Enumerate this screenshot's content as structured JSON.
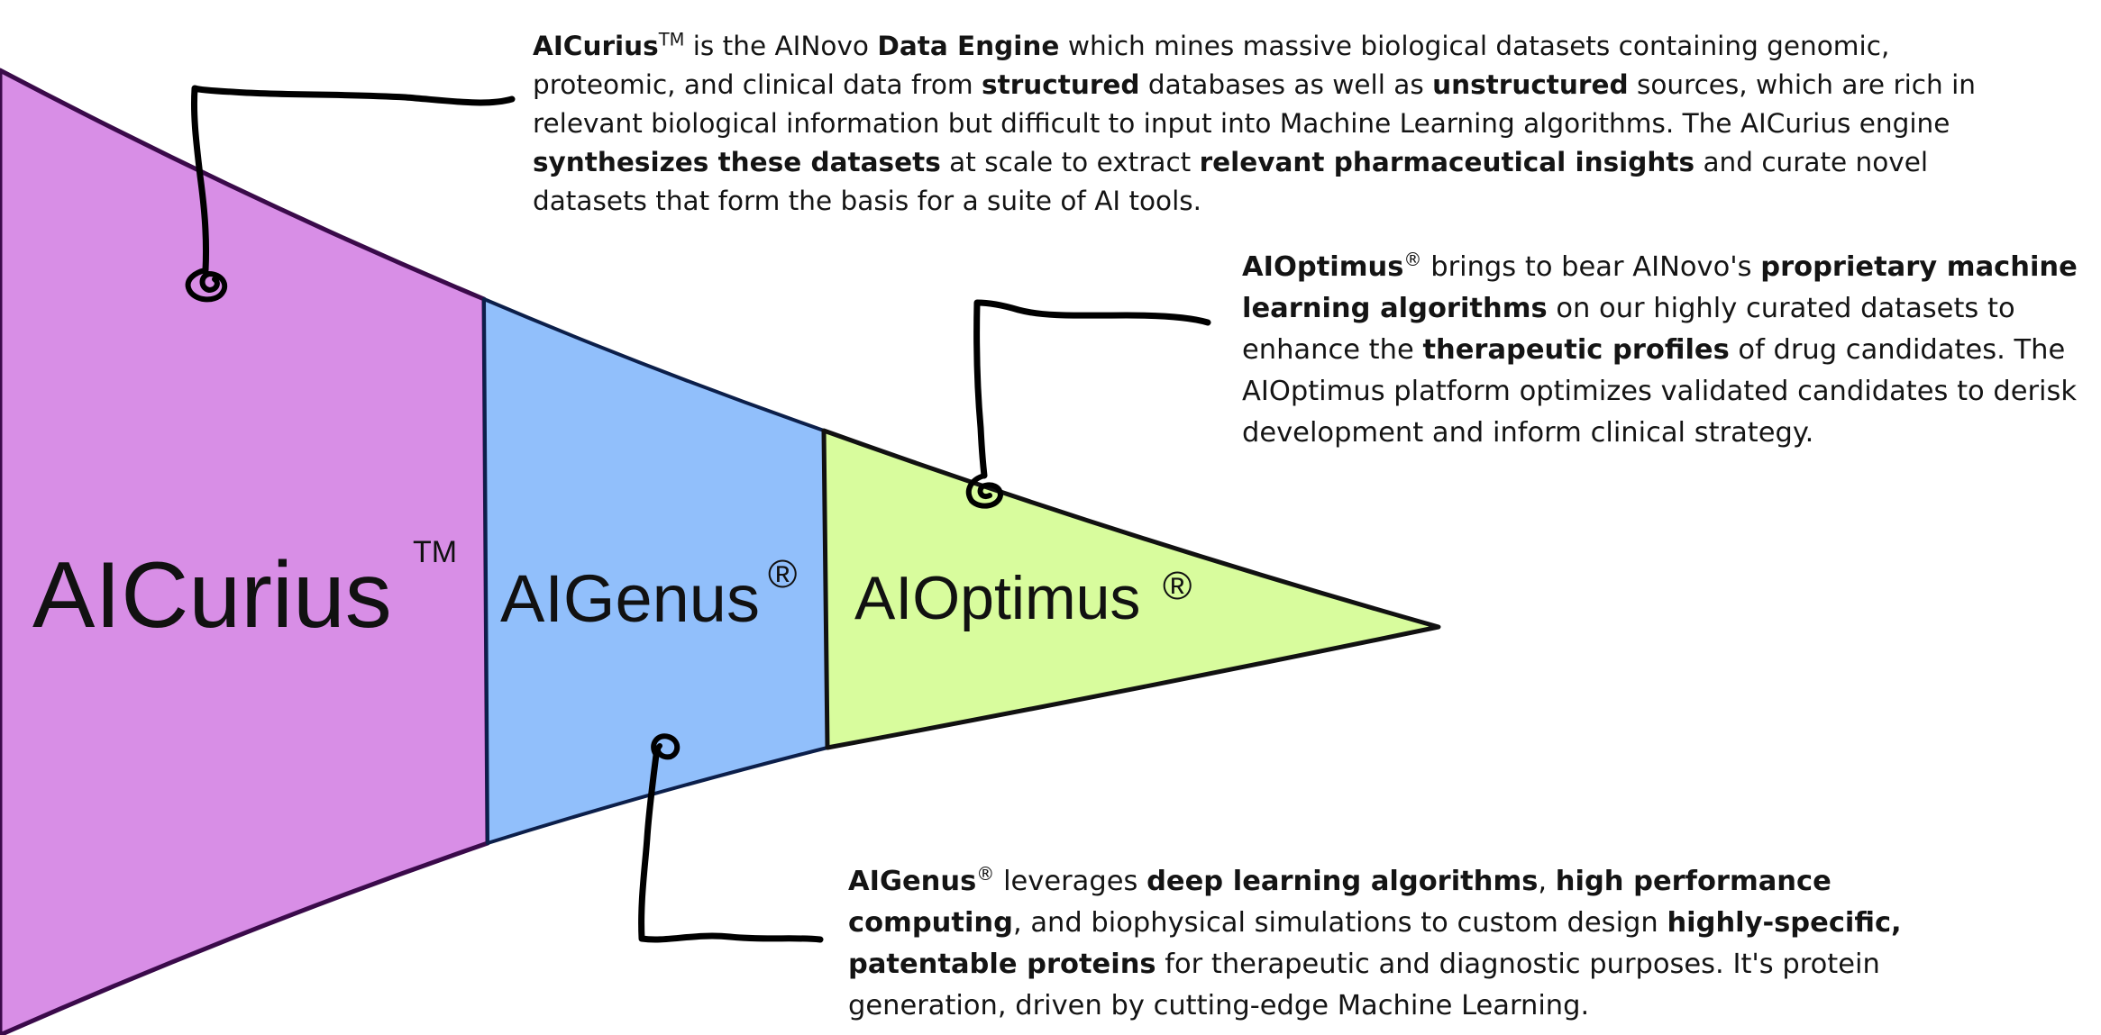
{
  "segments": [
    {
      "id": "curius",
      "label": "AICurius",
      "mark": "TM",
      "fill": "#d88ee6",
      "edge": "#3a0a4a"
    },
    {
      "id": "genus",
      "label": "AIGenus",
      "mark": "®",
      "fill": "#91bffb",
      "edge": "#0c1f4a"
    },
    {
      "id": "optimus",
      "label": "AIOptimus",
      "mark": "®",
      "fill": "#d8fc9d",
      "edge": "#111111"
    }
  ],
  "descriptions": {
    "curius": {
      "name": "AICurius",
      "mark": "TM",
      "t1": " is the AINovo ",
      "b1": "Data Engine",
      "t2": " which mines massive biological datasets containing genomic, proteomic, and clinical data from ",
      "b2": "structured",
      "t3": " databases as well as ",
      "b3": "unstructured",
      "t4": " sources, which are rich in relevant biological information but difficult to input into Machine Learning algorithms. The AICurius engine ",
      "b4": "synthesizes these datasets",
      "t5": " at scale to extract ",
      "b5": "relevant pharmaceutical insights",
      "t6": " and curate novel datasets that form the basis for a suite of AI tools."
    },
    "optimus": {
      "name": "AIOptimus",
      "mark": "®",
      "t1": " brings to bear AINovo's ",
      "b1": "proprietary machine learning algorithms",
      "t2": " on our highly curated datasets to enhance the ",
      "b2": "therapeutic profiles",
      "t3": " of drug candidates. The AIOptimus platform optimizes validated candidates to derisk development and inform clinical strategy."
    },
    "genus": {
      "name": "AIGenus",
      "mark": "®",
      "t1": " leverages ",
      "b1": "deep learning algorithms",
      "t2": ", ",
      "b2": "high performance computing",
      "t3": ", and biophysical simulations to custom design ",
      "b3": "highly-specific, patentable proteins",
      "t4": " for therapeutic and diagnostic purposes. It's protein generation, driven by cutting-edge Machine Learning."
    }
  }
}
